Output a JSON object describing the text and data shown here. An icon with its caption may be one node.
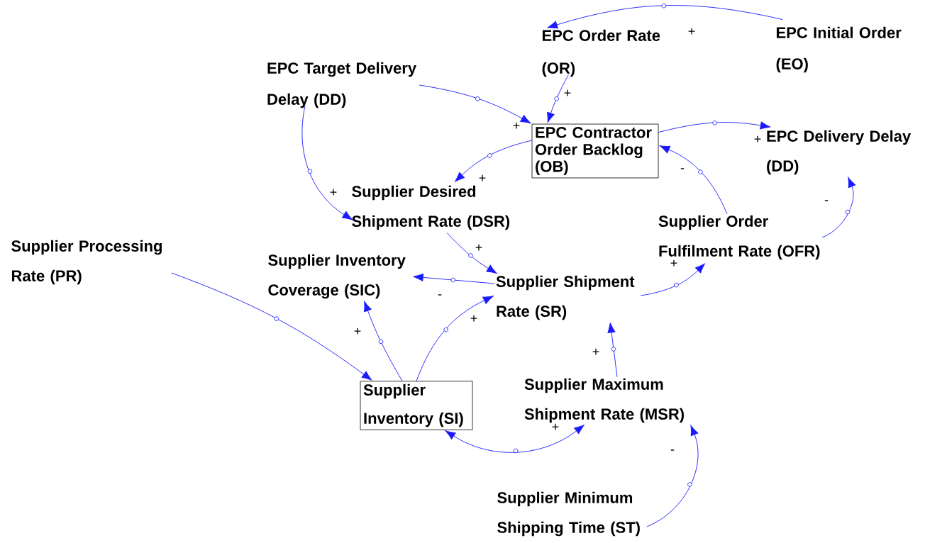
{
  "diagram": {
    "nodes": [
      {
        "text": [
          "EPC Order Rate (OR)"
        ]
      },
      {
        "text": [
          "EPC Initial Order (EO)"
        ]
      },
      {
        "text": [
          "EPC Target Delivery Delay (DD)"
        ]
      },
      {
        "text": [
          "EPC Contractor Order Backlog (OB)"
        ]
      },
      {
        "text": [
          "EPC Delivery Delay (DD)"
        ]
      },
      {
        "text": [
          "Supplier Desired Shipment Rate (DSR)"
        ]
      },
      {
        "text": [
          "Supplier Order Fulfilment Rate (OFR)"
        ]
      },
      {
        "text": [
          "Supplier Processing Rate (PR)"
        ]
      },
      {
        "text": [
          "Supplier Inventory Coverage (SIC)"
        ]
      },
      {
        "text": [
          "Supplier Shipment Rate (SR)"
        ]
      },
      {
        "text": [
          "Supplier Inventory (SI)"
        ]
      },
      {
        "text": [
          "Supplier Maximum Shipment Rate (MSR)"
        ]
      },
      {
        "text": [
          "Supplier Minimum Shipping Time (ST)"
        ]
      }
    ],
    "edges": [
      {
        "from": 1,
        "to": 0,
        "arrow": "to",
        "label": "+"
      },
      {
        "from": 0,
        "to": 3,
        "arrow": "to",
        "label": "+"
      },
      {
        "from": 2,
        "to": 3,
        "arrow": "to",
        "label": "+"
      },
      {
        "from": 3,
        "to": 4,
        "arrow": "to",
        "label": "+"
      },
      {
        "from": 3,
        "to": 5,
        "arrow": "to",
        "label": "+"
      },
      {
        "from": 2,
        "to": 5,
        "arrow": "to",
        "label": "+"
      },
      {
        "from": 6,
        "to": 3,
        "arrow": "to",
        "label": "-"
      },
      {
        "from": 6,
        "to": 4,
        "arrow": "to",
        "label": "-"
      },
      {
        "from": 5,
        "to": 9,
        "arrow": "to",
        "label": "+"
      },
      {
        "from": 9,
        "to": 8,
        "arrow": "to",
        "label": "-"
      },
      {
        "from": 10,
        "to": 8,
        "arrow": "to",
        "label": "+"
      },
      {
        "from": 10,
        "to": 9,
        "arrow": "to",
        "label": "+"
      },
      {
        "from": 9,
        "to": 6,
        "arrow": "to",
        "label": "+"
      },
      {
        "from": 11,
        "to": 9,
        "arrow": "to",
        "label": "+"
      },
      {
        "from": 10,
        "to": 11,
        "arrow": "both",
        "label": "+"
      },
      {
        "from": 12,
        "to": 11,
        "arrow": "to",
        "label": "-"
      },
      {
        "from": 7,
        "to": 10,
        "arrow": "to"
      }
    ]
  }
}
